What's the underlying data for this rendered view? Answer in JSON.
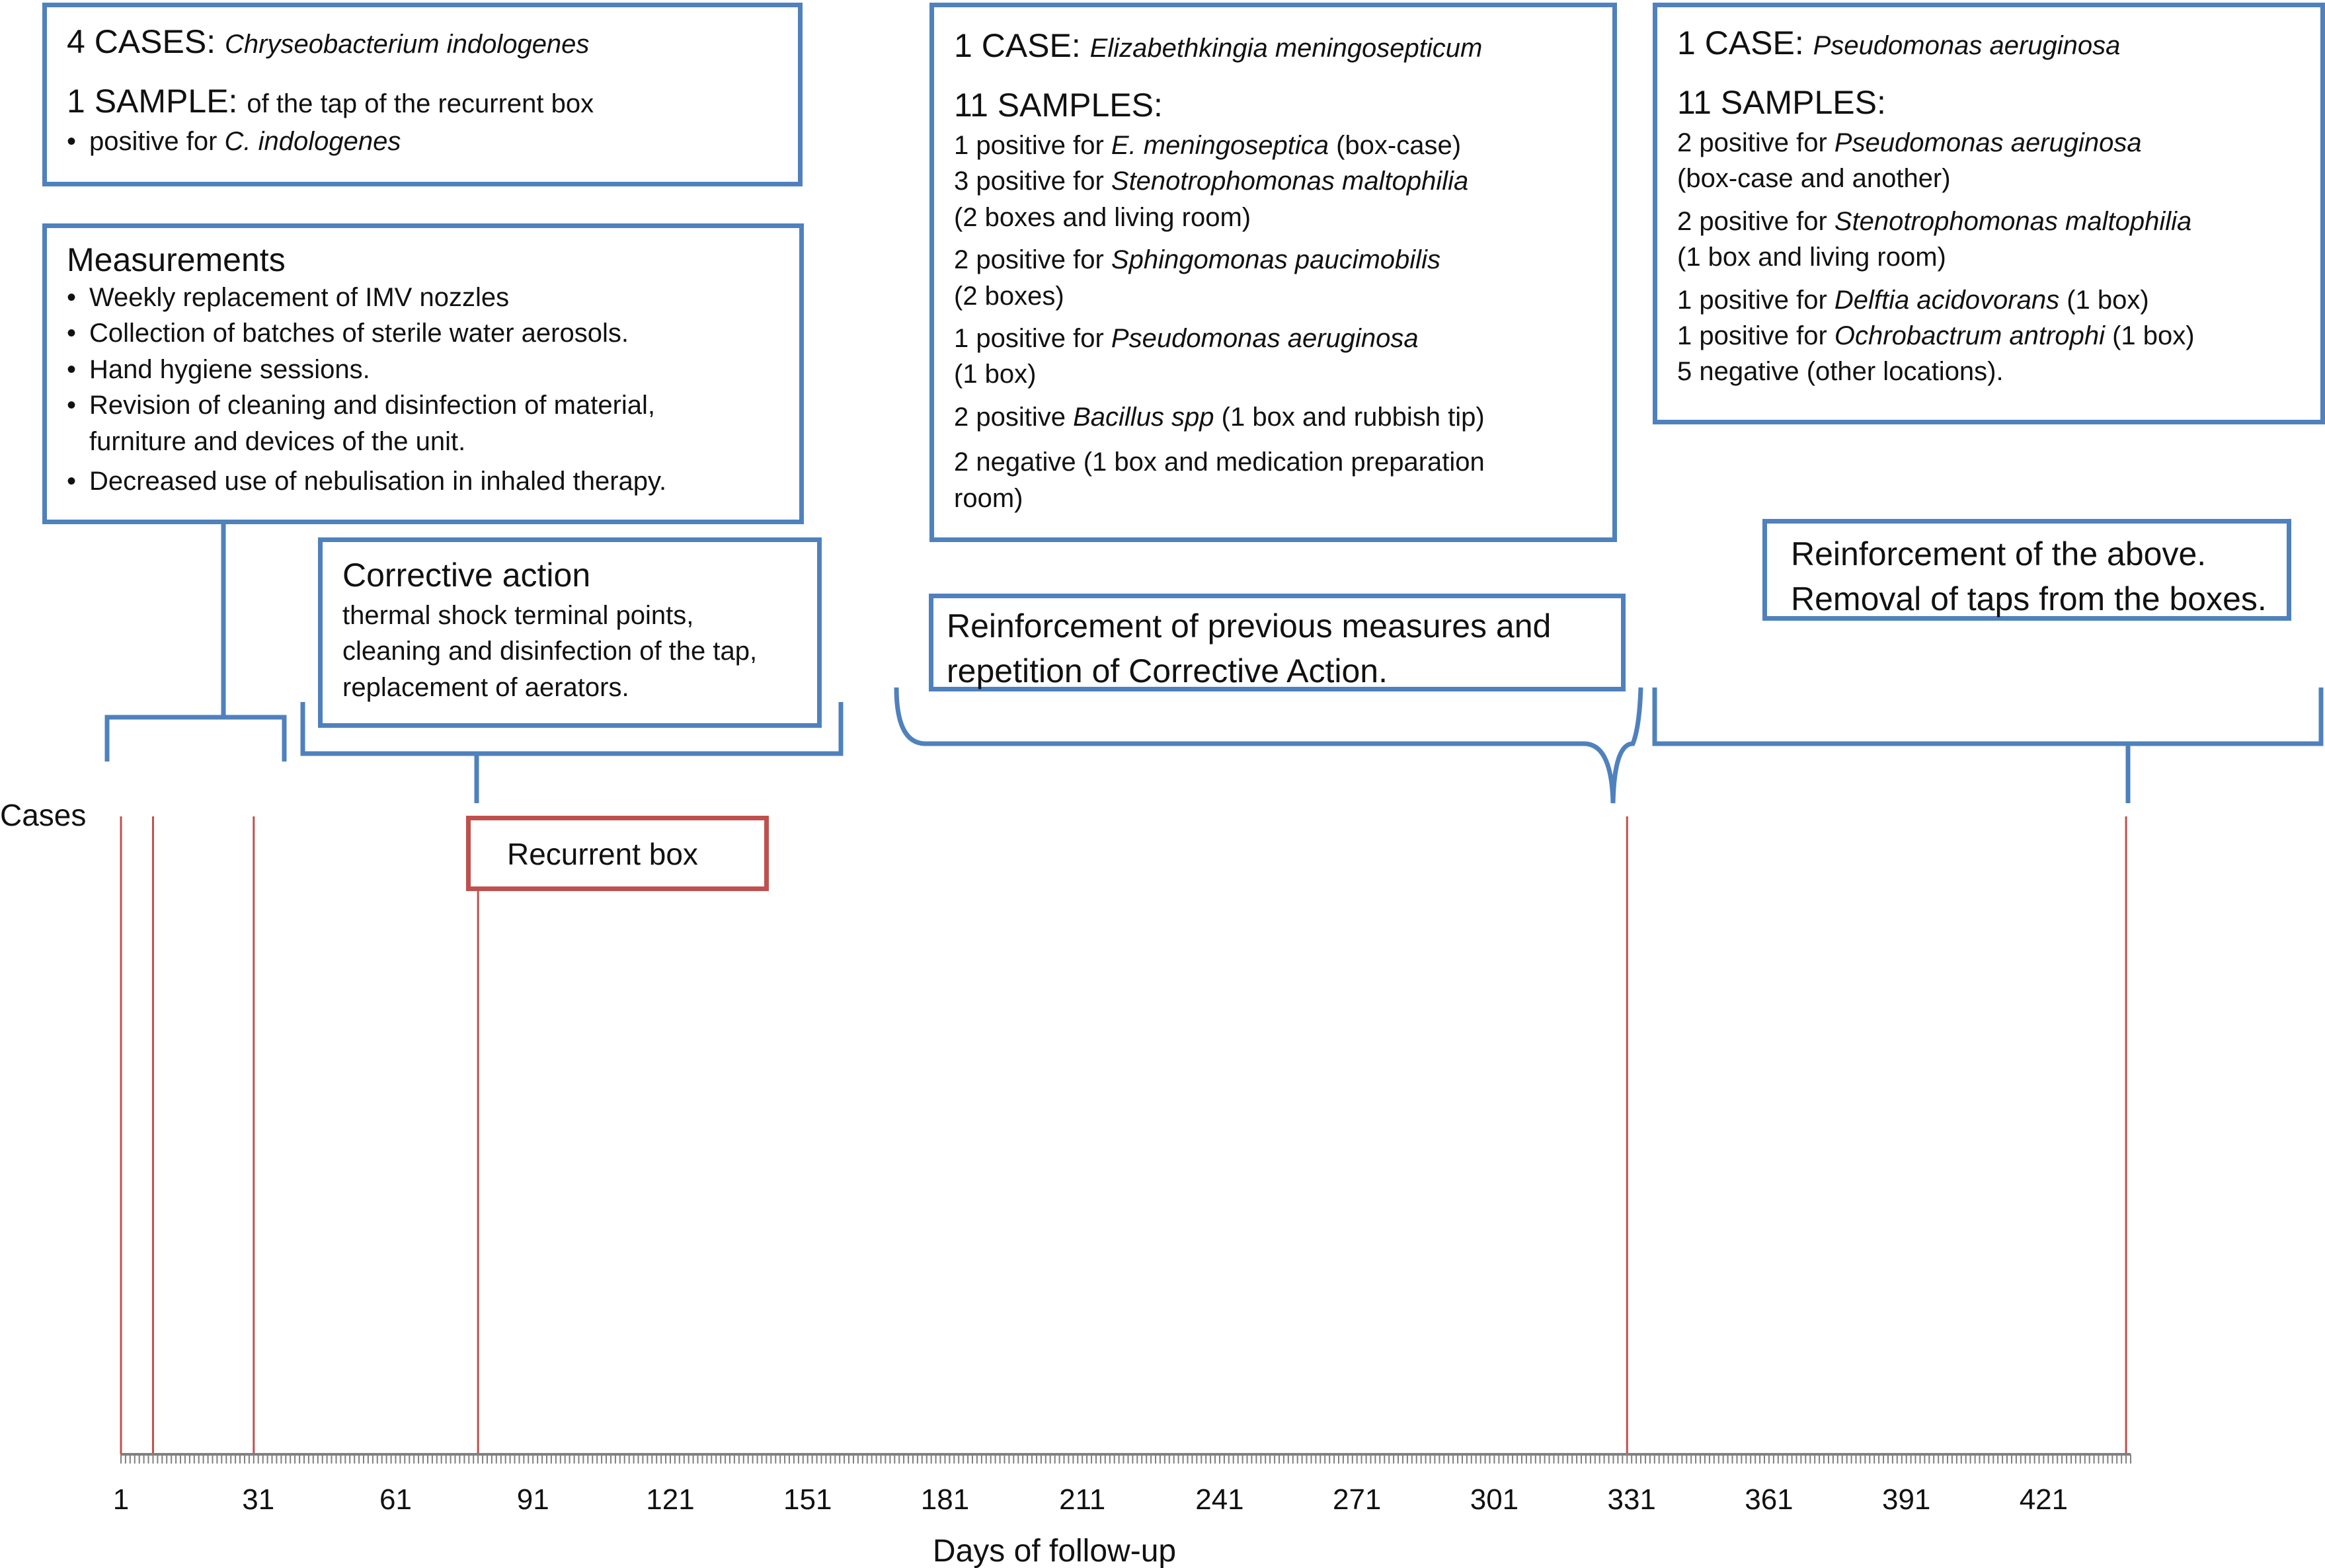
{
  "chart_data": {
    "type": "timeline",
    "xlabel": "Days of follow-up",
    "ylabel": "Cases",
    "xlim": [
      1,
      440
    ],
    "x_ticks": [
      1,
      31,
      61,
      91,
      121,
      151,
      181,
      211,
      241,
      271,
      301,
      331,
      361,
      391,
      421
    ],
    "case_days": [
      1,
      8,
      30,
      79,
      330,
      439
    ]
  },
  "boxes": {
    "b1": {
      "l1_head": "4 CASES: ",
      "l1_it": "Chryseobacterium indologenes",
      "l2_head": "1 SAMPLE: ",
      "l2_rest": "of the tap of the recurrent box",
      "l3_pre": "positive for ",
      "l3_it": "C. indologenes"
    },
    "measurements": {
      "title": "Measurements",
      "items": [
        "Weekly replacement of IMV nozzles",
        "Collection of batches of sterile water aerosols.",
        "Hand hygiene sessions.",
        "Revision of cleaning and disinfection of material,",
        "furniture and devices of the unit.",
        "Decreased use of nebulisation in inhaled therapy."
      ]
    },
    "corrective": {
      "title": "Corrective action",
      "lines": [
        "thermal shock terminal points,",
        "cleaning and disinfection of the tap,",
        "replacement of aerators."
      ]
    },
    "recurrent": {
      "label": "Recurrent box"
    },
    "b2": {
      "l1_head": "1 CASE: ",
      "l1_it": "Elizabethkingia meningosepticum",
      "samples": "11 SAMPLES:",
      "r1_pre": "1 positive for ",
      "r1_it": "E. meningoseptica",
      "r1_post": " (box-case)",
      "r2_pre": "3 positive for ",
      "r2_it": "Stenotrophomonas maltophilia",
      "r2b": "(2 boxes and living room)",
      "r3_pre": "2 positive for ",
      "r3_it": "Sphingomonas paucimobilis",
      "r3b": "(2 boxes)",
      "r4_pre": "1 positive for ",
      "r4_it": "Pseudomonas aeruginosa",
      "r4b": "(1 box)",
      "r5_pre": "2 positive ",
      "r5_it": "Bacillus spp",
      "r5_post": " (1 box and rubbish tip)",
      "r6a": "2 negative (1 box and medication preparation",
      "r6b": "room)"
    },
    "reinforce1": {
      "l1": "Reinforcement of previous measures and",
      "l2": "repetition of Corrective Action."
    },
    "b3": {
      "l1_head": "1 CASE: ",
      "l1_it": "Pseudomonas aeruginosa",
      "samples": "11 SAMPLES:",
      "r1_pre": "2 positive for ",
      "r1_it": "Pseudomonas aeruginosa",
      "r1b": "(box-case and another)",
      "r2_pre": "2 positive for ",
      "r2_it": "Stenotrophomonas maltophilia",
      "r2b": "(1 box and living room)",
      "r3_pre": "1 positive for ",
      "r3_it": "Delftia acidovorans",
      "r3_post": " (1 box)",
      "r4_pre": "1 positive for ",
      "r4_it": "Ochrobactrum antrophi",
      "r4_post": " (1 box)",
      "r5": "5 negative (other locations)."
    },
    "reinforce2": {
      "l1": "Reinforcement of the above.",
      "l2": "Removal of taps from the boxes."
    }
  },
  "colors": {
    "blue": "#4f81bd",
    "red": "#c0504d",
    "case_line": "#c0504d",
    "axis": "#808080"
  }
}
